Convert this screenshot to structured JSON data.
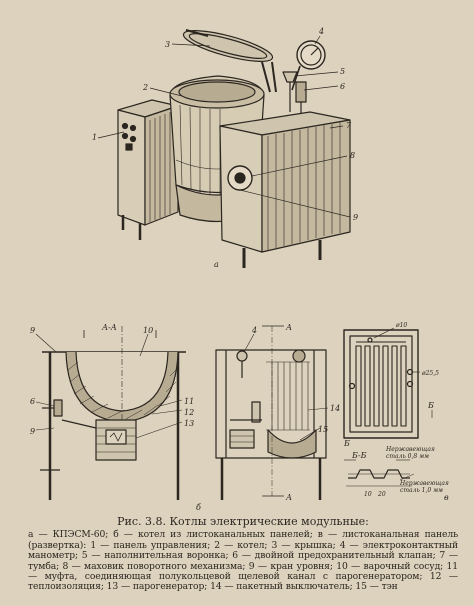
{
  "figure": {
    "caption_title": "Рис. 3.8. Котлы электрические модульные:",
    "caption_body": "а — КПЭСМ-60; б — котел из листоканальных панелей; в — листоканальная панель (развертка): 1 — панель управления; 2 — котел; 3 — крышка; 4 — электроконтактный манометр; 5 — наполнительная воронка; 6 — двойной предохранительный клапан; 7 — тумба; 8 — маховик поворотного механизма; 9 — кран уровня; 10 — варочный сосуд; 11 — муфта, соединяющая полукольцевой щелевой канал с парогенератором; 12 — теплоизоляция; 13 — парогенератор; 14 — пакетный выключатель; 15 — тэн"
  },
  "labels": {
    "a": "а",
    "b": "б",
    "v": "в",
    "n1": "1",
    "n2": "2",
    "n3": "3",
    "n4": "4",
    "n5": "5",
    "n6": "6",
    "n7": "7",
    "n8": "8",
    "n9": "9",
    "n10": "10",
    "n11": "11",
    "n12": "12",
    "n13": "13",
    "n14": "14",
    "n15": "15",
    "section_aa": "А-А",
    "section_a": "А",
    "section_bb": "Б-Б",
    "section_b": "Б",
    "dia10": "ø10",
    "dia25": "ø25,5",
    "dim20": "20",
    "dim10": "10",
    "steel1": "Нержавеющая",
    "steel2": "сталь 0,8 мм",
    "steel3": "сталь 1,0 мм"
  }
}
